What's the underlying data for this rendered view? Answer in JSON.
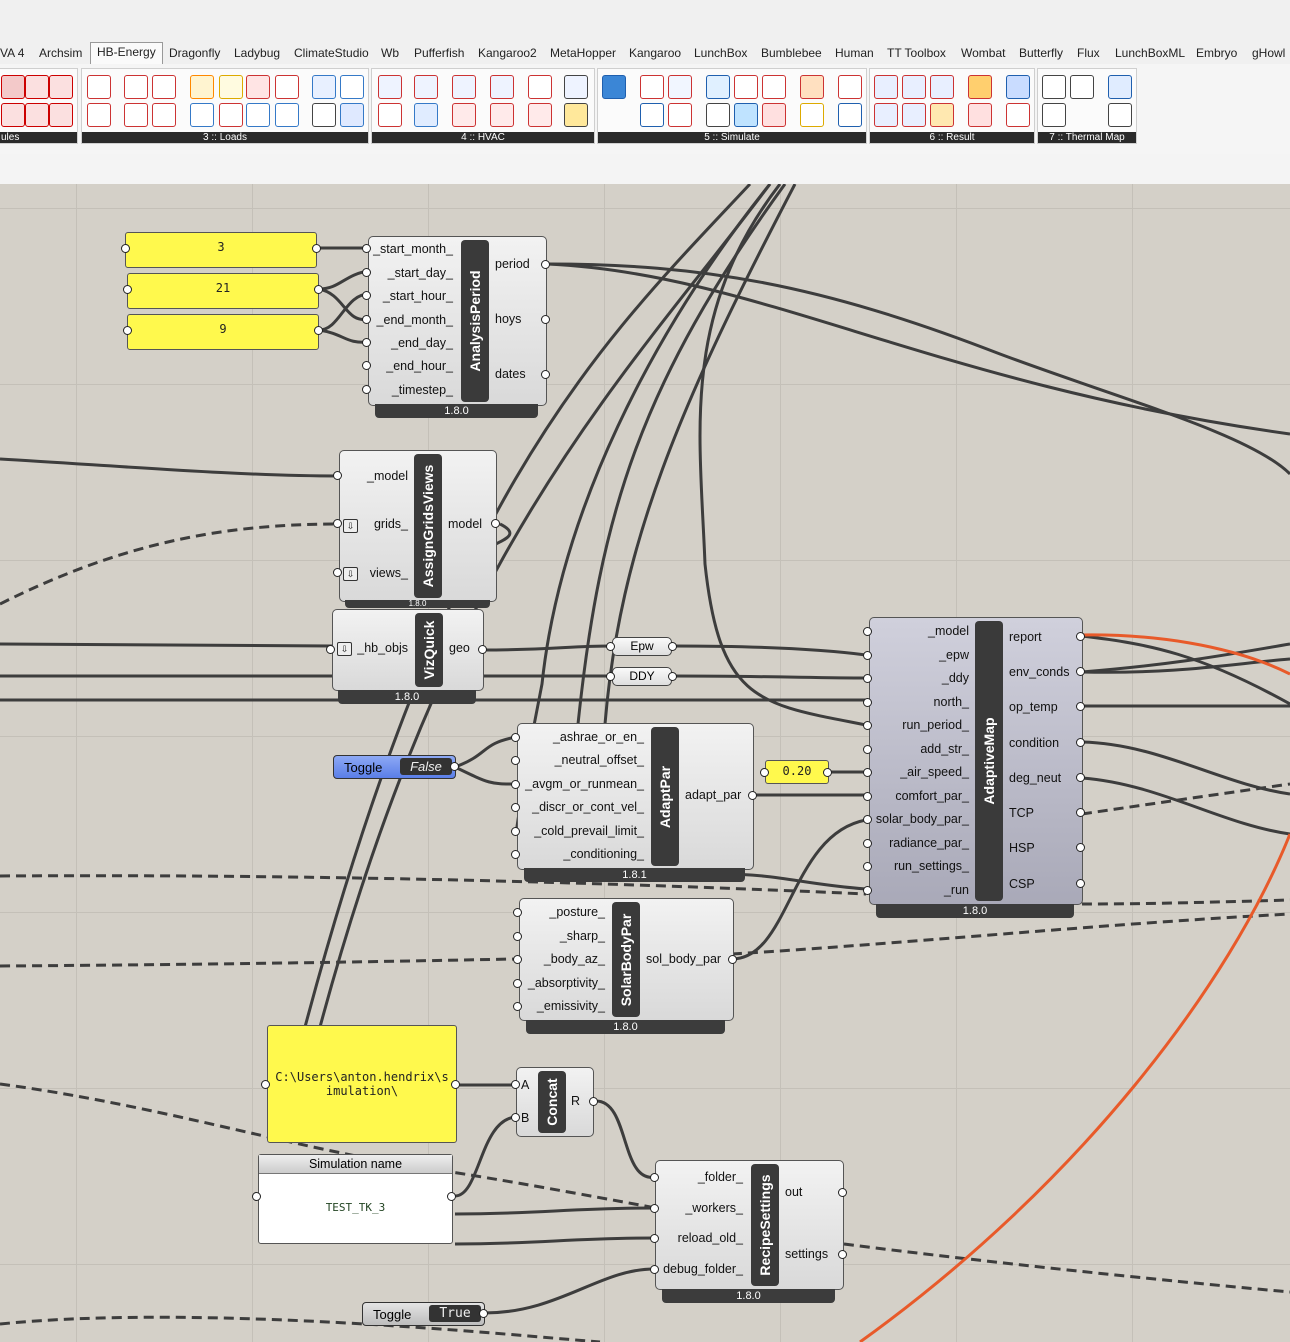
{
  "tabs": [
    "VA 4",
    "Archsim",
    "HB-Energy",
    "Dragonfly",
    "Ladybug",
    "ClimateStudio",
    "Wb",
    "Pufferfish",
    "Kangaroo2",
    "MetaHopper",
    "Kangaroo",
    "LunchBox",
    "Bumblebee",
    "Human",
    "TT Toolbox",
    "Wombat",
    "Butterfly",
    "Flux",
    "LunchBoxML",
    "Embryo",
    "gHowl"
  ],
  "active_tab": "HB-Energy",
  "ribbon_groups": [
    "ules",
    "3 :: Loads",
    "4 :: HVAC",
    "5 :: Simulate",
    "6 :: Result",
    "7 :: Thermal Map"
  ],
  "panels": {
    "p1": "3",
    "p2": "21",
    "p3": "9",
    "path": "C:\\Users\\anton.hendrix\\simulation\\",
    "airspeed": "0.20"
  },
  "sim_panel": {
    "title": "Simulation name",
    "value": "TEST_TK_3"
  },
  "toggles": {
    "t1": {
      "label": "Toggle",
      "value": "False"
    },
    "t2": {
      "label": "Toggle",
      "value": "True"
    }
  },
  "relays": {
    "epw": "Epw",
    "ddy": "DDY"
  },
  "components": {
    "analysis_period": {
      "name": "AnalysisPeriod",
      "version": "1.8.0",
      "inputs": [
        "_start_month_",
        "_start_day_",
        "_start_hour_",
        "_end_month_",
        "_end_day_",
        "_end_hour_",
        "_timestep_"
      ],
      "outputs": [
        "period",
        "hoys",
        "dates"
      ]
    },
    "assign_grids": {
      "name": "AssignGridsViews",
      "version": "1.8.0",
      "inputs": [
        "_model",
        "grids_",
        "views_"
      ],
      "outputs": [
        "model"
      ]
    },
    "vizquick": {
      "name": "VizQuick",
      "version": "1.8.0",
      "inputs": [
        "_hb_objs"
      ],
      "outputs": [
        "geo"
      ]
    },
    "adapt_par": {
      "name": "AdaptPar",
      "version": "1.8.1",
      "inputs": [
        "_ashrae_or_en_",
        "_neutral_offset_",
        "_avgm_or_runmean_",
        "_discr_or_cont_vel_",
        "_cold_prevail_limit_",
        "_conditioning_"
      ],
      "outputs": [
        "adapt_par"
      ]
    },
    "solar_body": {
      "name": "SolarBodyPar",
      "version": "1.8.0",
      "inputs": [
        "_posture_",
        "_sharp_",
        "_body_az_",
        "_absorptivity_",
        "_emissivity_"
      ],
      "outputs": [
        "sol_body_par"
      ]
    },
    "adaptive_map": {
      "name": "AdaptiveMap",
      "version": "1.8.0",
      "inputs": [
        "_model",
        "_epw",
        "_ddy",
        "north_",
        "run_period_",
        "add_str_",
        "_air_speed_",
        "comfort_par_",
        "solar_body_par_",
        "radiance_par_",
        "run_settings_",
        "_run"
      ],
      "outputs": [
        "report",
        "env_conds",
        "op_temp",
        "condition",
        "deg_neut",
        "TCP",
        "HSP",
        "CSP"
      ]
    },
    "concat": {
      "name": "Concat",
      "inputs": [
        "A",
        "B"
      ],
      "outputs": [
        "R"
      ]
    },
    "recipe": {
      "name": "RecipeSettings",
      "version": "1.8.0",
      "inputs": [
        "_folder_",
        "_workers_",
        "reload_old_",
        "debug_folder_"
      ],
      "outputs": [
        "out",
        "settings"
      ]
    }
  }
}
